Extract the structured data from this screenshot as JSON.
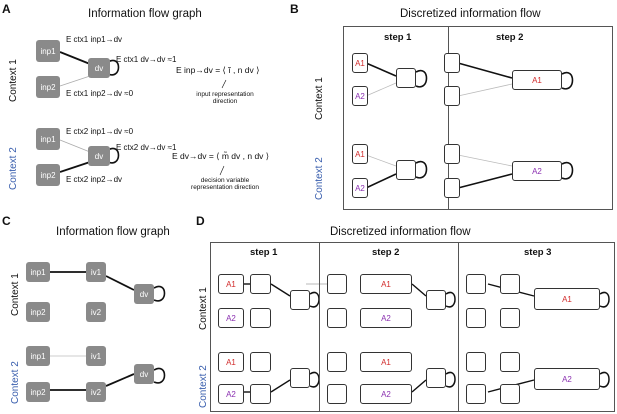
{
  "panels": {
    "A": {
      "letter": "A",
      "title": "Information flow graph"
    },
    "B": {
      "letter": "B",
      "title": "Discretized information flow",
      "steps": [
        "step 1",
        "step 2"
      ]
    },
    "C": {
      "letter": "C",
      "title": "Information flow graph"
    },
    "D": {
      "letter": "D",
      "title": "Discretized information flow",
      "steps": [
        "step 1",
        "step 2",
        "step 3"
      ]
    }
  },
  "contexts": [
    "Context 1",
    "Context 2"
  ],
  "nodes": {
    "inp1": "inp1",
    "inp2": "inp2",
    "dv": "dv",
    "iv1": "iv1",
    "iv2": "iv2"
  },
  "A_labels": {
    "c1_e1": "E ctx1 inp1→dv",
    "c1_self": "E ctx1 dv→dv ≈1",
    "c1_e2": "E ctx1 inp2→dv ≈0",
    "c2_e1": "E ctx2 inp1→dv ≈0",
    "c2_self": "E ctx2 dv→dv ≈1",
    "c2_e2": "E ctx2 inp2→dv",
    "eq1": "E inp→dv = ⟨ ĩ , n dv ⟩",
    "eq1_note": "input representation direction",
    "eq2": "E dv→dv = ⟨ m̃ dv , n dv ⟩",
    "eq2_note": "decision variable representation direction"
  },
  "symbols": {
    "A1": "A1",
    "A2": "A2"
  },
  "colors": {
    "red": "#d12a2a",
    "purple": "#8a2fb0",
    "context2": "#3a5fae",
    "node": "#8a8a8a"
  }
}
